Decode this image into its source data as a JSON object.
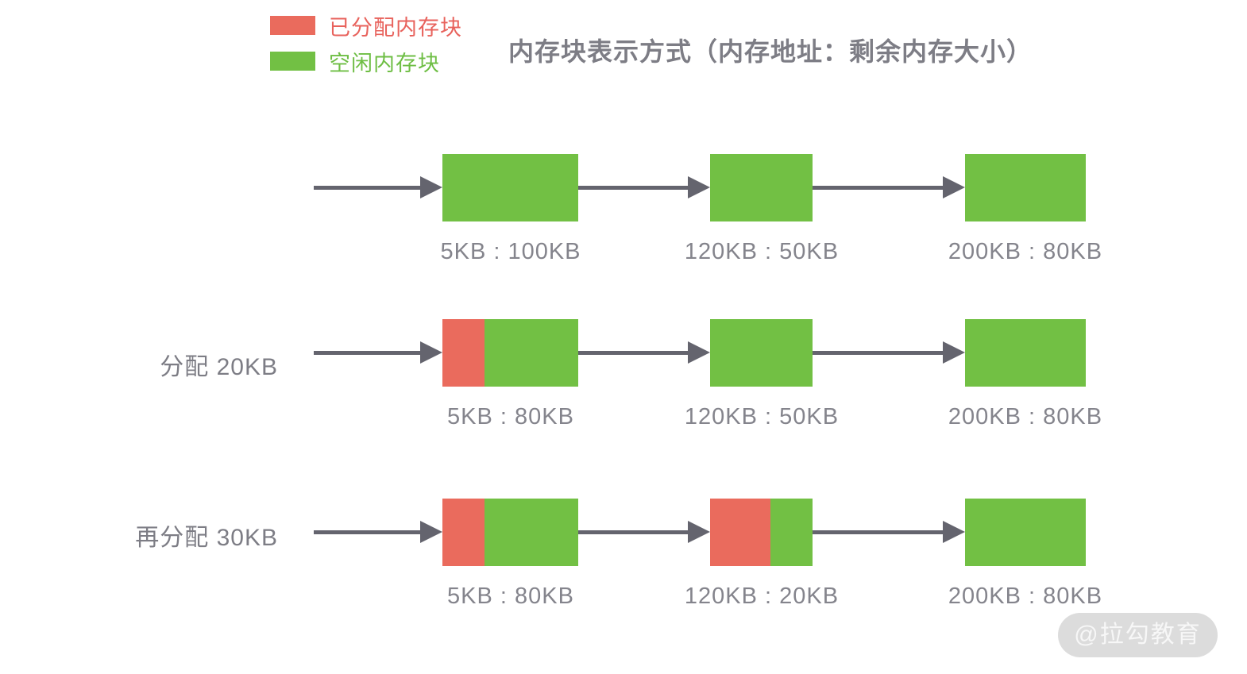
{
  "title": "内存块表示方式（内存地址：剩余内存大小）",
  "colors": {
    "allocated": "#EA6B5D",
    "free": "#72C044",
    "arrow": "#64646E",
    "caption_text": "#84848C",
    "title_text": "#7D7D85",
    "legend_allocated_text": "#E8625C",
    "legend_free_text": "#6EBE44",
    "watermark_bg": "#DCDCDC",
    "watermark_text": "#F7F7F7"
  },
  "legend": {
    "items": [
      {
        "name": "allocated",
        "label": "已分配内存块"
      },
      {
        "name": "free",
        "label": "空闲内存块"
      }
    ]
  },
  "rows": [
    {
      "label": "",
      "blocks": [
        {
          "caption": "5KB : 100KB",
          "allocated_pct": 0
        },
        {
          "caption": "120KB : 50KB",
          "allocated_pct": 0
        },
        {
          "caption": "200KB : 80KB",
          "allocated_pct": 0
        }
      ]
    },
    {
      "label": "分配 20KB",
      "blocks": [
        {
          "caption": "5KB : 80KB",
          "allocated_pct": 31
        },
        {
          "caption": "120KB : 50KB",
          "allocated_pct": 0
        },
        {
          "caption": "200KB : 80KB",
          "allocated_pct": 0
        }
      ]
    },
    {
      "label": "再分配 30KB",
      "blocks": [
        {
          "caption": "5KB : 80KB",
          "allocated_pct": 31
        },
        {
          "caption": "120KB : 20KB",
          "allocated_pct": 59
        },
        {
          "caption": "200KB : 80KB",
          "allocated_pct": 0
        }
      ]
    }
  ],
  "watermark": "@拉勾教育"
}
